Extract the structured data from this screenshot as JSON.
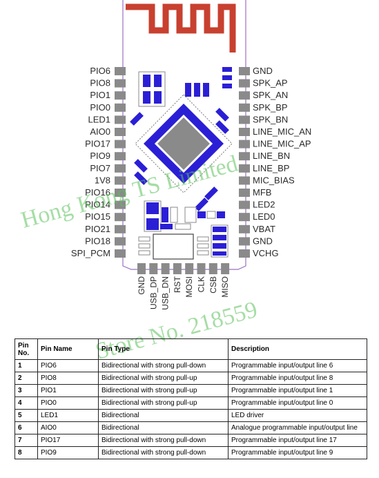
{
  "diagram": {
    "left_pins": [
      "PIO6",
      "PIO8",
      "PIO1",
      "PIO0",
      "LED1",
      "AIO0",
      "PIO17",
      "PIO9",
      "PIO7",
      "1V8",
      "PIO16",
      "PIO14",
      "PIO15",
      "PIO21",
      "PIO18",
      "SPI_PCM"
    ],
    "right_pins": [
      "GND",
      "SPK_AP",
      "SPK_AN",
      "SPK_BP",
      "SPK_BN",
      "LINE_MIC_AN",
      "LINE_MIC_AP",
      "LINE_BN",
      "LINE_BP",
      "MIC_BIAS",
      "MFB",
      "LED2",
      "LED0",
      "VBAT",
      "GND",
      "VCHG"
    ],
    "bottom_pins": [
      "GND",
      "USB_DP",
      "USB_DN",
      "RST",
      "MOSI",
      "CLK",
      "CSB",
      "MISO"
    ],
    "colors": {
      "chip": "#2b1fd6",
      "antenna": "#c8402f",
      "pad": "#8a8a8a",
      "outline": "#9b6fc0"
    }
  },
  "watermark": {
    "line1": "Hong Kong TS Limited",
    "line2": "Store No. 218559"
  },
  "table": {
    "headers": [
      "Pin No.",
      "Pin Name",
      "Pin Type",
      "Description"
    ],
    "rows": [
      [
        "1",
        "PIO6",
        "Bidirectional with strong pull-down",
        "Programmable input/output line 6"
      ],
      [
        "2",
        "PIO8",
        "Bidirectional with strong pull-up",
        "Programmable input/output line 8"
      ],
      [
        "3",
        "PIO1",
        "Bidirectional with strong pull-up",
        "Programmable input/output line 1"
      ],
      [
        "4",
        "PIO0",
        "Bidirectional with strong pull-up",
        "Programmable input/output line 0"
      ],
      [
        "5",
        "LED1",
        "Bidirectional",
        "LED driver"
      ],
      [
        "6",
        "AIO0",
        "Bidirectional",
        "Analogue programmable input/output line"
      ],
      [
        "7",
        "PIO17",
        "Bidirectional with strong pull-down",
        "Programmable input/output line 17"
      ],
      [
        "8",
        "PIO9",
        "Bidirectional with strong pull-down",
        "Programmable input/output line 9"
      ]
    ]
  }
}
